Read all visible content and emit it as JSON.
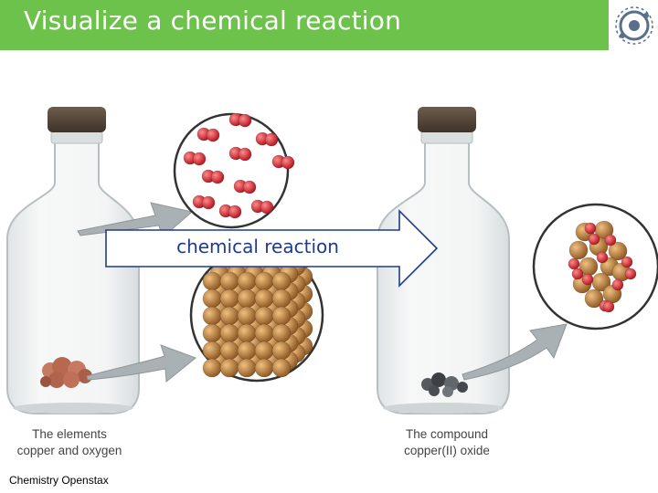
{
  "header": {
    "title": "Visualize a chemical reaction",
    "logo_icon": "atom-orbit-icon"
  },
  "diagram": {
    "arrow_label": "chemical reaction",
    "left_caption_line1": "The elements",
    "left_caption_line2": "copper and oxygen",
    "right_caption_line1": "The compound",
    "right_caption_line2": "copper(II) oxide",
    "source": "Chemistry Openstax"
  },
  "colors": {
    "title_bar": "#6cc24a",
    "oxygen": "#e0242e",
    "copper": "#c98a3e",
    "arrow_text": "#1f3b8c",
    "arrow_border": "#1f3b8c"
  }
}
